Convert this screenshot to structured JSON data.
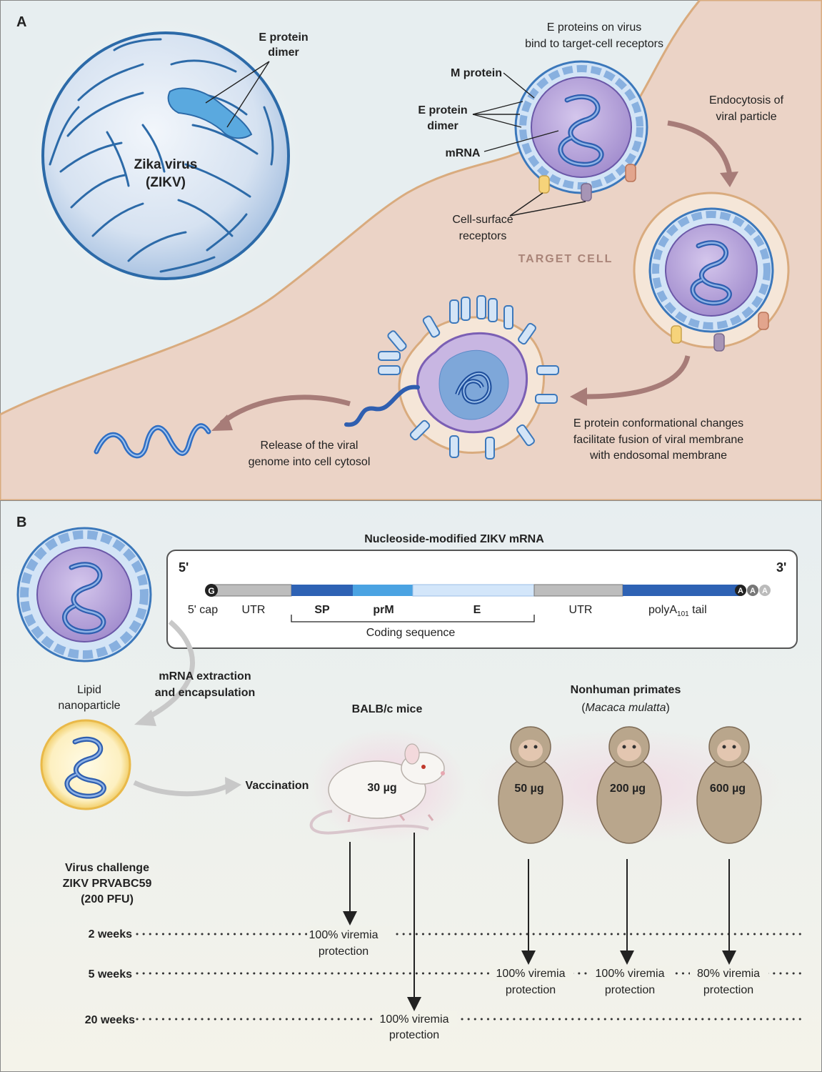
{
  "panel_a": {
    "letter": "A",
    "virus_name_1": "Zika virus",
    "virus_name_2": "(ZIKV)",
    "edimer_top_1": "E protein",
    "edimer_top_2": "dimer",
    "bind_1": "E proteins on virus",
    "bind_2": "bind to target-cell receptors",
    "m_protein": "M protein",
    "edimer_1": "E protein",
    "edimer_2": "dimer",
    "mrna": "mRNA",
    "endo_1": "Endocytosis of",
    "endo_2": "viral particle",
    "receptors_1": "Cell-surface",
    "receptors_2": "receptors",
    "target_cell": "TARGET CELL",
    "conf_1": "E protein conformational changes",
    "conf_2": "facilitate fusion of viral membrane",
    "conf_3": "with endosomal membrane",
    "release_1": "Release of the viral",
    "release_2": "genome into cell cytosol"
  },
  "panel_b": {
    "letter": "B",
    "mrna_title": "Nucleoside-modified ZIKV mRNA",
    "five_prime": "5'",
    "three_prime": "3'",
    "cap_letter": "G",
    "tail_letter": "A",
    "segments": {
      "cap": "5' cap",
      "utr5": "UTR",
      "sp": "SP",
      "prm": "prM",
      "e": "E",
      "utr3": "UTR",
      "polya": "polyA",
      "polya_sub": "101",
      "polya_tail": " tail",
      "coding": "Coding sequence"
    },
    "extraction_1": "mRNA extraction",
    "extraction_2": "and encapsulation",
    "lnp_1": "Lipid",
    "lnp_2": "nanoparticle",
    "vaccination": "Vaccination",
    "mice_label": "BALB/c mice",
    "nhp_label": "Nonhuman primates",
    "nhp_species_open": "(",
    "nhp_species": "Macaca mulatta",
    "nhp_species_close": ")",
    "mouse_dose": "30 µg",
    "monkey_doses": [
      "50 µg",
      "200 µg",
      "600 µg"
    ],
    "challenge_1": "Virus challenge",
    "challenge_2": "ZIKV PRVABC59",
    "challenge_3": "(200 PFU)",
    "timepoints": [
      "2 weeks",
      "5 weeks",
      "20 weeks"
    ],
    "outcomes": [
      {
        "line1": "100% viremia",
        "line2": "protection"
      },
      {
        "line1": "100% viremia",
        "line2": "protection"
      },
      {
        "line1": "100% viremia",
        "line2": "protection"
      },
      {
        "line1": "80% viremia",
        "line2": "protection"
      },
      {
        "line1": "100% viremia",
        "line2": "protection"
      }
    ]
  },
  "colors": {
    "panel_a_bg": "#e9eff1",
    "panel_b_bg": "#eef1ef",
    "cell": "#ecd4c7",
    "cell_edge": "#d9b084",
    "virus_light": "#c9dcf3",
    "virus_blue": "#4d86c7",
    "core_purple": "#b9a5d8",
    "rna_blue": "#2f5fb0"
  }
}
